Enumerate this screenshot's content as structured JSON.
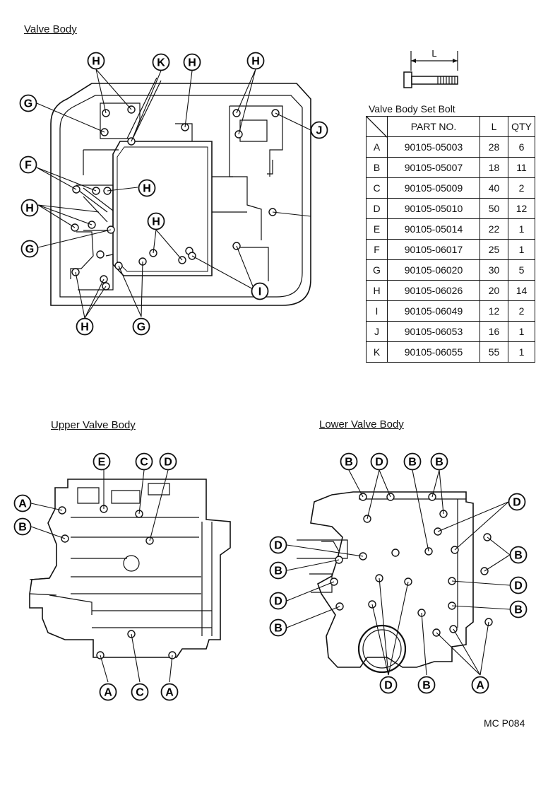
{
  "titles": {
    "valve_body": "Valve Body",
    "upper_valve_body": "Upper Valve Body",
    "lower_valve_body": "Lower Valve Body"
  },
  "bolt_dimension_label": "L",
  "bolt_table": {
    "title": "Valve Body Set Bolt",
    "headers": [
      "PART NO.",
      "L",
      "QTY"
    ],
    "rows": [
      {
        "key": "A",
        "part_no": "90105-05003",
        "l": "28",
        "qty": "6"
      },
      {
        "key": "B",
        "part_no": "90105-05007",
        "l": "18",
        "qty": "11"
      },
      {
        "key": "C",
        "part_no": "90105-05009",
        "l": "40",
        "qty": "2"
      },
      {
        "key": "D",
        "part_no": "90105-05010",
        "l": "50",
        "qty": "12"
      },
      {
        "key": "E",
        "part_no": "90105-05014",
        "l": "22",
        "qty": "1"
      },
      {
        "key": "F",
        "part_no": "90105-06017",
        "l": "25",
        "qty": "1"
      },
      {
        "key": "G",
        "part_no": "90105-06020",
        "l": "30",
        "qty": "5"
      },
      {
        "key": "H",
        "part_no": "90105-06026",
        "l": "20",
        "qty": "14"
      },
      {
        "key": "I",
        "part_no": "90105-06049",
        "l": "12",
        "qty": "2"
      },
      {
        "key": "J",
        "part_no": "90105-06053",
        "l": "16",
        "qty": "1"
      },
      {
        "key": "K",
        "part_no": "90105-06055",
        "l": "55",
        "qty": "1"
      }
    ]
  },
  "callouts": {
    "valve_body": [
      "H",
      "K",
      "H",
      "H",
      "G",
      "J",
      "F",
      "H",
      "H",
      "H",
      "I",
      "G",
      "H",
      "G"
    ],
    "upper": [
      "E",
      "C",
      "D",
      "A",
      "B",
      "A",
      "C",
      "A"
    ],
    "lower": [
      "B",
      "D",
      "B",
      "B",
      "D",
      "D",
      "B",
      "B",
      "D",
      "D",
      "B",
      "B",
      "D",
      "B",
      "A"
    ]
  },
  "reference_code": "MC P084"
}
